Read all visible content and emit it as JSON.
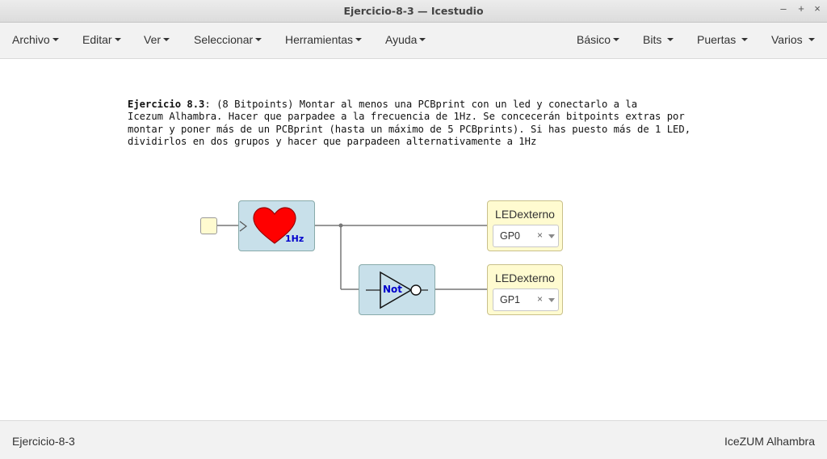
{
  "window": {
    "title": "Ejercicio-8-3 — Icestudio",
    "minimize": "–",
    "maximize": "+",
    "close": "×"
  },
  "menubar": {
    "left": [
      "Archivo",
      "Editar",
      "Ver",
      "Seleccionar",
      "Herramientas",
      "Ayuda"
    ],
    "right": [
      "Básico",
      "Bits",
      "Puertas",
      "Varios"
    ]
  },
  "info": {
    "heading": "Ejercicio 8.3",
    "line1": ": (8 Bitpoints) Montar al menos una PCBprint con un led y conectarlo a la",
    "line2": "Icezum Alhambra. Hacer que parpadee a la frecuencia de 1Hz. Se concecerán bitpoints extras por",
    "line3": "montar y poner más de un PCBprint (hasta un máximo de 5 PCBprints). Si has puesto más de 1 LED,",
    "line4": "dividirlos en dos grupos y hacer que parpadeen alternativamente a 1Hz"
  },
  "blocks": {
    "clock": {
      "label": "1Hz",
      "icon": "heart-icon",
      "color": "#ff0000"
    },
    "not": {
      "label": "Not"
    },
    "led0": {
      "label": "LEDexterno",
      "pin": "GP0",
      "clear": "×"
    },
    "led1": {
      "label": "LEDexterno",
      "pin": "GP1",
      "clear": "×"
    }
  },
  "footer": {
    "project": "Ejercicio-8-3",
    "board": "IceZUM Alhambra"
  }
}
